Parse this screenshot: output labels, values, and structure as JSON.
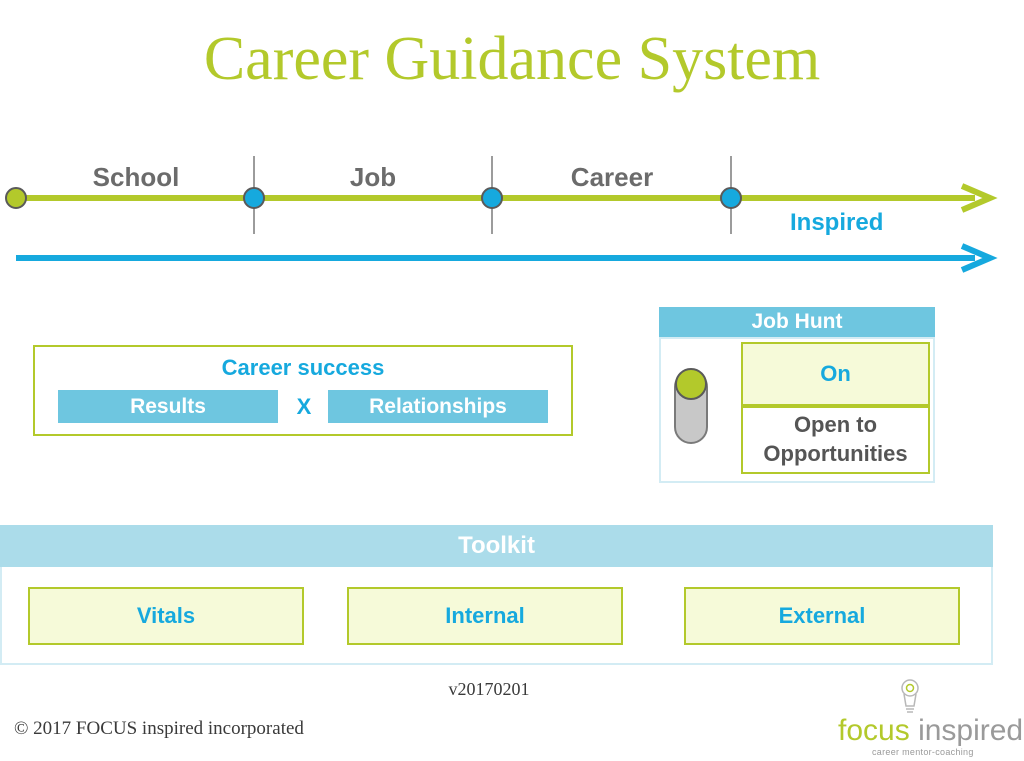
{
  "title": "Career Guidance System",
  "timeline": {
    "stages": [
      "School",
      "Job",
      "Career"
    ],
    "inspired_label": "Inspired"
  },
  "career_success": {
    "title": "Career success",
    "left": "Results",
    "operator": "X",
    "right": "Relationships"
  },
  "job_hunt": {
    "title": "Job Hunt",
    "on_label": "On",
    "open_label_line1": "Open to",
    "open_label_line2": "Opportunities",
    "toggle_state": "On"
  },
  "toolkit": {
    "title": "Toolkit",
    "items": [
      "Vitals",
      "Internal",
      "External"
    ]
  },
  "version": "v20170201",
  "copyright": "© 2017 FOCUS inspired incorporated",
  "logo": {
    "word_focus": "focus",
    "word_inspired": "inspired",
    "tagline": "career mentor-coaching",
    "icon": "lightbulb-icon"
  },
  "colors": {
    "green": "#b3c92b",
    "blue": "#16a9de",
    "chip_blue": "#6ec6e0",
    "light_blue": "#abdcea",
    "pale_green": "#f6fad9",
    "gray_text": "#6b6b6b"
  }
}
